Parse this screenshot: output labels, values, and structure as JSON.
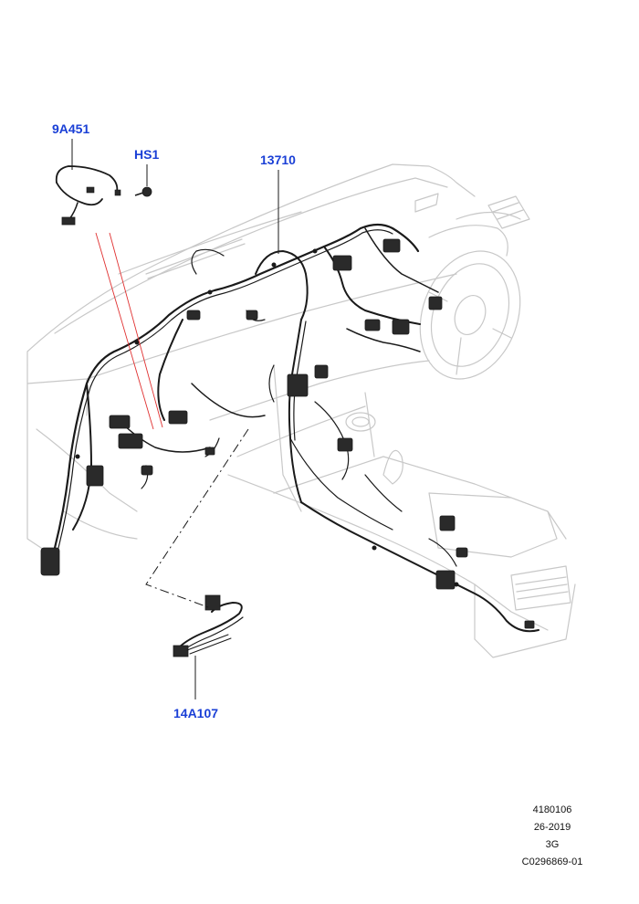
{
  "callouts": {
    "part_9a451": "9A451",
    "part_hs1": "HS1",
    "part_13710": "13710",
    "part_14a107": "14A107"
  },
  "reference": {
    "line1": "4180106",
    "line2": "26-2019",
    "line3": "3G",
    "line4": "C0296869-01"
  },
  "colors": {
    "callout_text": "#1a3fd6",
    "outline": "#c8c8c8",
    "harness": "#1a1a1a",
    "sight_line": "#e03030"
  }
}
